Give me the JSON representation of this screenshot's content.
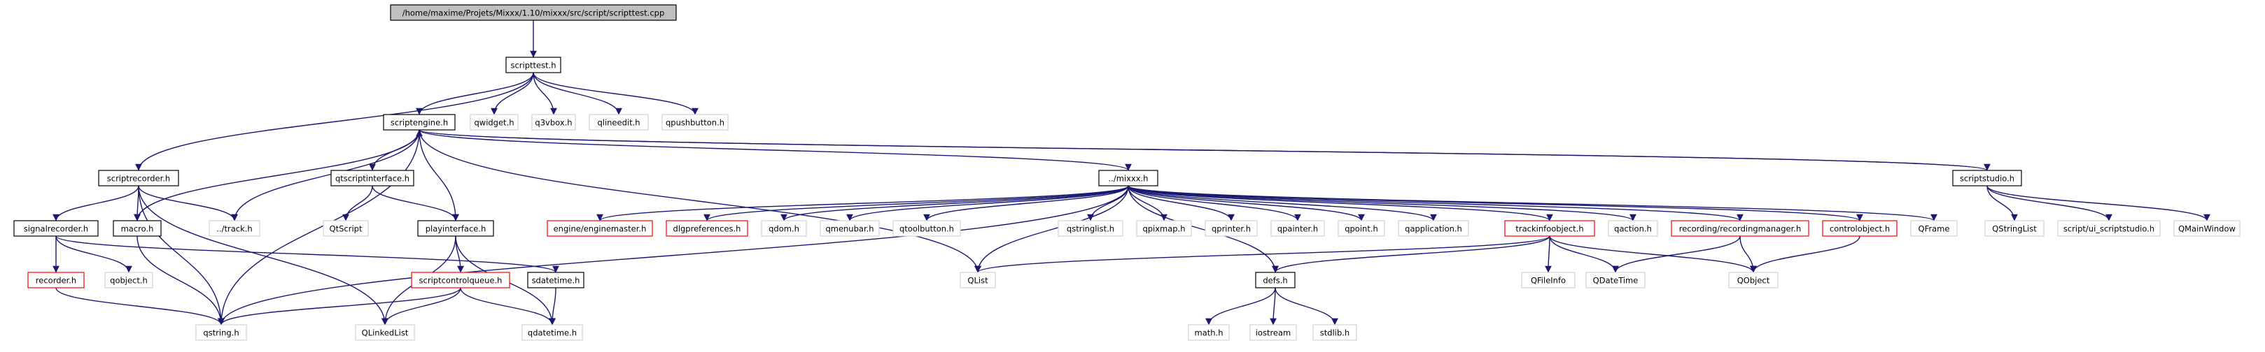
{
  "graph": {
    "colors": {
      "edge": "#191970",
      "root_fill": "#bfbfbf",
      "box_border_default": "#000000",
      "box_border_external": "#d3d3d3",
      "box_border_linked": "#ff0000",
      "text": "#000000"
    },
    "nodes": [
      {
        "id": "root",
        "label": "/home/maxime/Projets/Mixxx/1.10/mixxx/src/script/scripttest.cpp",
        "style": "root"
      },
      {
        "id": "scripttest_h",
        "label": "scripttest.h",
        "style": "default"
      },
      {
        "id": "scriptengine_h",
        "label": "scriptengine.h",
        "style": "default"
      },
      {
        "id": "qwidget_h",
        "label": "qwidget.h",
        "style": "external"
      },
      {
        "id": "q3vbox_h",
        "label": "q3vbox.h",
        "style": "external"
      },
      {
        "id": "qlineedit_h",
        "label": "qlineedit.h",
        "style": "external"
      },
      {
        "id": "qpushbutton_h",
        "label": "qpushbutton.h",
        "style": "external"
      },
      {
        "id": "scriptrecorder_h",
        "label": "scriptrecorder.h",
        "style": "default"
      },
      {
        "id": "qtscriptinterface_h",
        "label": "qtscriptinterface.h",
        "style": "default"
      },
      {
        "id": "mixxx_h",
        "label": "../mixxx.h",
        "style": "default"
      },
      {
        "id": "scriptstudio_h",
        "label": "scriptstudio.h",
        "style": "default"
      },
      {
        "id": "signalrecorder_h",
        "label": "signalrecorder.h",
        "style": "default"
      },
      {
        "id": "macro_h",
        "label": "macro.h",
        "style": "default"
      },
      {
        "id": "track_h",
        "label": "../track.h",
        "style": "external"
      },
      {
        "id": "qtscript",
        "label": "QtScript",
        "style": "external"
      },
      {
        "id": "playinterface_h",
        "label": "playinterface.h",
        "style": "default"
      },
      {
        "id": "enginemaster_h",
        "label": "engine/enginemaster.h",
        "style": "linked"
      },
      {
        "id": "dlgpreferences_h",
        "label": "dlgpreferences.h",
        "style": "linked"
      },
      {
        "id": "qdom_h",
        "label": "qdom.h",
        "style": "external"
      },
      {
        "id": "qmenubar_h",
        "label": "qmenubar.h",
        "style": "external"
      },
      {
        "id": "qtoolbutton_h",
        "label": "qtoolbutton.h",
        "style": "external"
      },
      {
        "id": "qstringlist_h",
        "label": "qstringlist.h",
        "style": "external"
      },
      {
        "id": "qpixmap_h",
        "label": "qpixmap.h",
        "style": "external"
      },
      {
        "id": "qprinter_h",
        "label": "qprinter.h",
        "style": "external"
      },
      {
        "id": "qpainter_h",
        "label": "qpainter.h",
        "style": "external"
      },
      {
        "id": "qpoint_h",
        "label": "qpoint.h",
        "style": "external"
      },
      {
        "id": "qapplication_h",
        "label": "qapplication.h",
        "style": "external"
      },
      {
        "id": "trackinfoobject_h",
        "label": "trackinfoobject.h",
        "style": "linked"
      },
      {
        "id": "qaction_h",
        "label": "qaction.h",
        "style": "external"
      },
      {
        "id": "recordingmanager_h",
        "label": "recording/recordingmanager.h",
        "style": "linked"
      },
      {
        "id": "controlobject_h",
        "label": "controlobject.h",
        "style": "linked"
      },
      {
        "id": "qframe",
        "label": "QFrame",
        "style": "external"
      },
      {
        "id": "qstringlist_cls",
        "label": "QStringList",
        "style": "external"
      },
      {
        "id": "ui_scriptstudio_h",
        "label": "script/ui_scriptstudio.h",
        "style": "external"
      },
      {
        "id": "qmainwindow",
        "label": "QMainWindow",
        "style": "external"
      },
      {
        "id": "recorder_h",
        "label": "recorder.h",
        "style": "linked"
      },
      {
        "id": "qobject_h",
        "label": "qobject.h",
        "style": "external"
      },
      {
        "id": "scriptcontrolqueue_h",
        "label": "scriptcontrolqueue.h",
        "style": "linked"
      },
      {
        "id": "sdatetime_h",
        "label": "sdatetime.h",
        "style": "default"
      },
      {
        "id": "qlist",
        "label": "QList",
        "style": "external"
      },
      {
        "id": "defs_h",
        "label": "defs.h",
        "style": "default"
      },
      {
        "id": "qfileinfo",
        "label": "QFileInfo",
        "style": "external"
      },
      {
        "id": "qdatetime",
        "label": "QDateTime",
        "style": "external"
      },
      {
        "id": "qobject",
        "label": "QObject",
        "style": "external"
      },
      {
        "id": "qstring_h",
        "label": "qstring.h",
        "style": "external"
      },
      {
        "id": "qlinkedlist",
        "label": "QLinkedList",
        "style": "external"
      },
      {
        "id": "qdatetime_h",
        "label": "qdatetime.h",
        "style": "external"
      },
      {
        "id": "math_h",
        "label": "math.h",
        "style": "external"
      },
      {
        "id": "iostream",
        "label": "iostream",
        "style": "external"
      },
      {
        "id": "stdlib_h",
        "label": "stdlib.h",
        "style": "external"
      }
    ],
    "edges": [
      [
        "root",
        "scripttest_h"
      ],
      [
        "scripttest_h",
        "scriptengine_h"
      ],
      [
        "scripttest_h",
        "qwidget_h"
      ],
      [
        "scripttest_h",
        "q3vbox_h"
      ],
      [
        "scripttest_h",
        "qlineedit_h"
      ],
      [
        "scripttest_h",
        "qpushbutton_h"
      ],
      [
        "scripttest_h",
        "scriptrecorder_h"
      ],
      [
        "scriptengine_h",
        "qtscriptinterface_h"
      ],
      [
        "scriptengine_h",
        "mixxx_h"
      ],
      [
        "scriptengine_h",
        "macro_h"
      ],
      [
        "scriptengine_h",
        "track_h"
      ],
      [
        "scriptengine_h",
        "playinterface_h"
      ],
      [
        "scriptengine_h",
        "qstring_h"
      ],
      [
        "scriptengine_h",
        "qlist"
      ],
      [
        "scriptengine_h",
        "scriptstudio_h"
      ],
      [
        "scriptstudio_h",
        "scriptengine_h"
      ],
      [
        "scriptstudio_h",
        "qstringlist_cls"
      ],
      [
        "scriptstudio_h",
        "ui_scriptstudio_h"
      ],
      [
        "scriptstudio_h",
        "qmainwindow"
      ],
      [
        "scriptrecorder_h",
        "signalrecorder_h"
      ],
      [
        "scriptrecorder_h",
        "macro_h"
      ],
      [
        "scriptrecorder_h",
        "track_h"
      ],
      [
        "scriptrecorder_h",
        "qstring_h"
      ],
      [
        "scriptrecorder_h",
        "qlinkedlist"
      ],
      [
        "signalrecorder_h",
        "recorder_h"
      ],
      [
        "signalrecorder_h",
        "qobject_h"
      ],
      [
        "signalrecorder_h",
        "sdatetime_h"
      ],
      [
        "recorder_h",
        "qstring_h"
      ],
      [
        "macro_h",
        "qstring_h"
      ],
      [
        "qtscriptinterface_h",
        "qtscript"
      ],
      [
        "qtscriptinterface_h",
        "playinterface_h"
      ],
      [
        "playinterface_h",
        "scriptcontrolqueue_h"
      ],
      [
        "playinterface_h",
        "qlinkedlist"
      ],
      [
        "playinterface_h",
        "qdatetime_h"
      ],
      [
        "scriptcontrolqueue_h",
        "qstring_h"
      ],
      [
        "scriptcontrolqueue_h",
        "qlinkedlist"
      ],
      [
        "scriptcontrolqueue_h",
        "qdatetime_h"
      ],
      [
        "sdatetime_h",
        "qdatetime_h"
      ],
      [
        "mixxx_h",
        "enginemaster_h"
      ],
      [
        "mixxx_h",
        "dlgpreferences_h"
      ],
      [
        "mixxx_h",
        "qdom_h"
      ],
      [
        "mixxx_h",
        "qmenubar_h"
      ],
      [
        "mixxx_h",
        "qtoolbutton_h"
      ],
      [
        "mixxx_h",
        "qlist"
      ],
      [
        "mixxx_h",
        "qstringlist_h"
      ],
      [
        "mixxx_h",
        "qpixmap_h"
      ],
      [
        "mixxx_h",
        "qprinter_h"
      ],
      [
        "mixxx_h",
        "qpainter_h"
      ],
      [
        "mixxx_h",
        "qpoint_h"
      ],
      [
        "mixxx_h",
        "qapplication_h"
      ],
      [
        "mixxx_h",
        "trackinfoobject_h"
      ],
      [
        "mixxx_h",
        "qaction_h"
      ],
      [
        "mixxx_h",
        "recordingmanager_h"
      ],
      [
        "mixxx_h",
        "controlobject_h"
      ],
      [
        "mixxx_h",
        "qframe"
      ],
      [
        "mixxx_h",
        "defs_h"
      ],
      [
        "mixxx_h",
        "qstring_h"
      ],
      [
        "trackinfoobject_h",
        "qlist"
      ],
      [
        "trackinfoobject_h",
        "defs_h"
      ],
      [
        "trackinfoobject_h",
        "qfileinfo"
      ],
      [
        "trackinfoobject_h",
        "qdatetime"
      ],
      [
        "trackinfoobject_h",
        "qobject"
      ],
      [
        "recordingmanager_h",
        "qdatetime"
      ],
      [
        "recordingmanager_h",
        "qobject"
      ],
      [
        "controlobject_h",
        "qobject"
      ],
      [
        "defs_h",
        "math_h"
      ],
      [
        "defs_h",
        "iostream"
      ],
      [
        "defs_h",
        "stdlib_h"
      ]
    ]
  }
}
